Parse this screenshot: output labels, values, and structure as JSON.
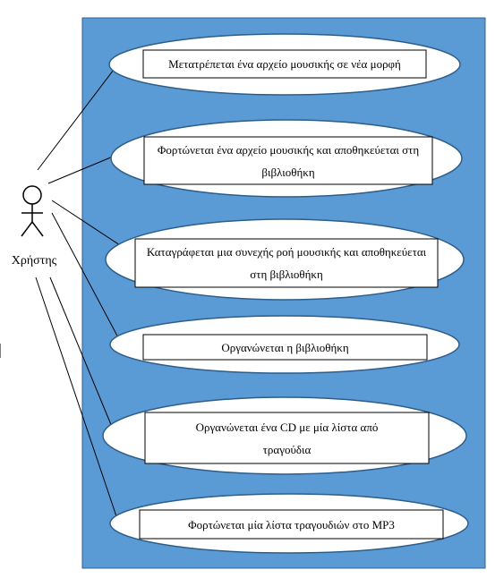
{
  "colors": {
    "system_boundary": "#5b9bd5",
    "ellipse_fill": "#ffffff",
    "ellipse_stroke": "#2e5d8a",
    "line": "#000000"
  },
  "actor": {
    "label": "Χρήστης",
    "icon": "stick-figure-icon"
  },
  "use_cases": [
    {
      "label": "Μετατρέπεται ένα αρχείο μουσικής σε νέα μορφή"
    },
    {
      "label": "Φορτώνεται ένα αρχείο μουσικής και αποθηκεύεται στη βιβλιοθήκη"
    },
    {
      "label": "Καταγράφεται μια συνεχής ροή μουσικής και αποθηκεύεται στη βιβλιοθήκη"
    },
    {
      "label": "Οργανώνεται η βιβλιοθήκη"
    },
    {
      "label": "Οργανώνεται ένα CD με μία λίστα από τραγούδια"
    },
    {
      "label": "Φορτώνεται μία λίστα τραγουδιών στο MP3"
    }
  ]
}
